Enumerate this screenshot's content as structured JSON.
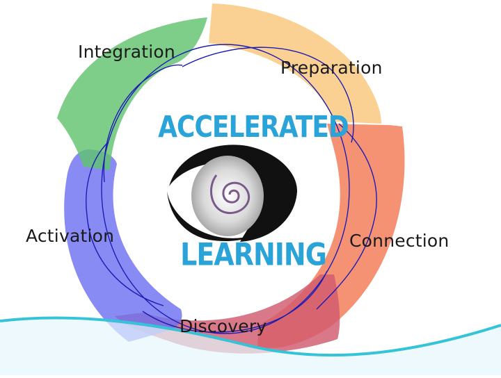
{
  "center": {
    "title_top": "ACCELERATED",
    "title_bottom": "LEARNING"
  },
  "cycle": {
    "stages": [
      {
        "label": "Preparation",
        "color": "#f9c77a"
      },
      {
        "label": "Connection",
        "color": "#f47a56"
      },
      {
        "label": "Discovery",
        "color": "#cf5a6e"
      },
      {
        "label": "Activation",
        "color": "#6e72f2"
      },
      {
        "label": "Integration",
        "color": "#62c370"
      }
    ]
  },
  "colors": {
    "title": "#2aa3d8",
    "outline": "#1c1cb4",
    "wave": "#35c3d8",
    "logo_dark": "#111111"
  }
}
